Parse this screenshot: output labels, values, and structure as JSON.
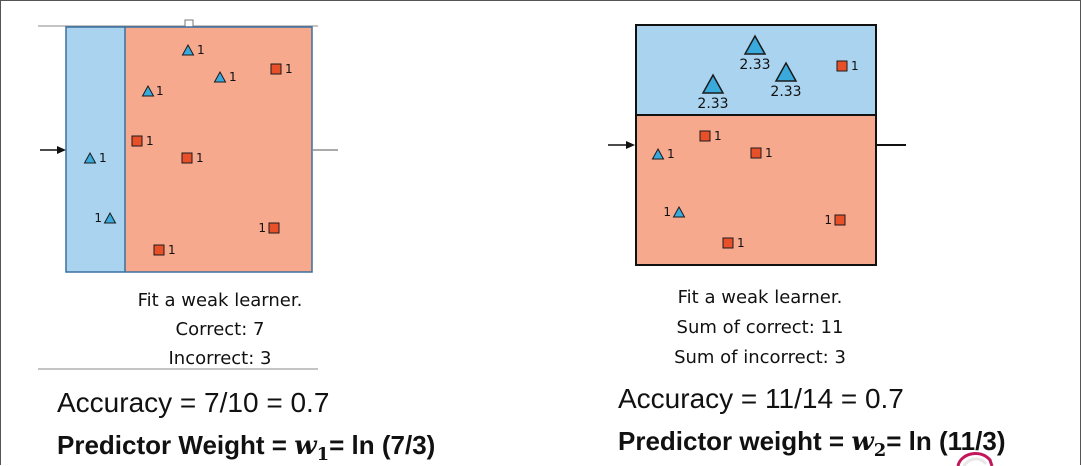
{
  "panels": [
    {
      "caption": [
        "Fit a weak learner.",
        "Correct: 7",
        "Incorrect: 3"
      ],
      "accuracy": "Accuracy = 7/10 = 0.7",
      "weight_prefix": "Predictor Weight = ",
      "weight_var": "w",
      "weight_sub": "1",
      "weight_suffix": "= ln (7/3)",
      "points": [
        {
          "shape": "triangle",
          "label": "1"
        },
        {
          "shape": "triangle",
          "label": "1"
        },
        {
          "shape": "triangle",
          "label": "1"
        },
        {
          "shape": "square",
          "label": "1"
        },
        {
          "shape": "square",
          "label": "1"
        },
        {
          "shape": "triangle",
          "label": "1"
        },
        {
          "shape": "square",
          "label": "1"
        },
        {
          "shape": "triangle",
          "label": "1"
        },
        {
          "shape": "square",
          "label": "1"
        },
        {
          "shape": "square",
          "label": "1"
        }
      ]
    },
    {
      "caption": [
        "Fit a weak learner.",
        "Sum of correct: 11",
        "Sum of incorrect: 3"
      ],
      "accuracy": "Accuracy = 11/14 = 0.7",
      "weight_prefix": "Predictor weight = ",
      "weight_var": "w",
      "weight_sub": "2",
      "weight_suffix": "= ln (11/3)",
      "points": [
        {
          "shape": "triangle",
          "label": "2.33"
        },
        {
          "shape": "triangle",
          "label": "2.33"
        },
        {
          "shape": "triangle",
          "label": "2.33"
        },
        {
          "shape": "square",
          "label": "1"
        },
        {
          "shape": "square",
          "label": "1"
        },
        {
          "shape": "triangle",
          "label": "1"
        },
        {
          "shape": "square",
          "label": "1"
        },
        {
          "shape": "triangle",
          "label": "1"
        },
        {
          "shape": "square",
          "label": "1"
        },
        {
          "shape": "square",
          "label": "1"
        }
      ]
    }
  ],
  "colors": {
    "blue_region": "#a9d3ef",
    "red_region": "#f7a98e",
    "triangle": "#3aa9db",
    "square": "#e8502a",
    "outline": "#1a1a1a"
  }
}
